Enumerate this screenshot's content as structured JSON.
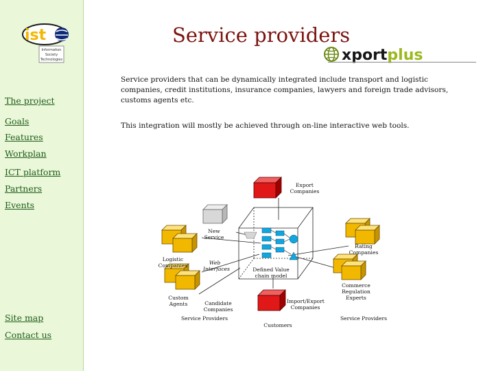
{
  "header": {
    "title": "Service providers",
    "brand": {
      "part1": "xport",
      "part2": "plus"
    }
  },
  "logo": {
    "text": "ist",
    "caption": [
      "Information",
      "Society",
      "Technologies"
    ]
  },
  "sidebar": {
    "nav": [
      {
        "label": "The project"
      },
      {
        "label": "Goals"
      },
      {
        "label": "Features"
      },
      {
        "label": "Workplan"
      },
      {
        "label": "ICT platform"
      },
      {
        "label": "Partners"
      },
      {
        "label": "Events"
      },
      {
        "label": "Site map"
      },
      {
        "label": "Contact us"
      }
    ]
  },
  "content": {
    "paragraph1": "Service providers that can be dynamically integrated include transport and logistic companies, credit institutions, insurance companies, lawyers and foreign trade advisors, customs agents etc.",
    "paragraph2": "This integration will mostly be achieved through on-line interactive web tools."
  },
  "diagram": {
    "labels": {
      "export_companies": "Export Companies",
      "new_service": "New Service",
      "rating_companies": "Rating Companies",
      "logistic_companies": "Logistic Companies",
      "web_interfaces": "Web Interfaces",
      "defined_value_chain": "Defined Value chain model",
      "commerce_regulation": "Commerce Regulation Experts",
      "custom_agents": "Custom Agents",
      "candidate_companies": "Candidate Companies",
      "import_export": "Import/Export Companies",
      "service_providers_left": "Service Providers",
      "service_providers_right": "Service Providers",
      "customers": "Customers"
    },
    "colors": {
      "red": "#e01818",
      "yellow": "#f2b800",
      "gray": "#d8d8d8",
      "cyan": "#11a6e0"
    }
  }
}
